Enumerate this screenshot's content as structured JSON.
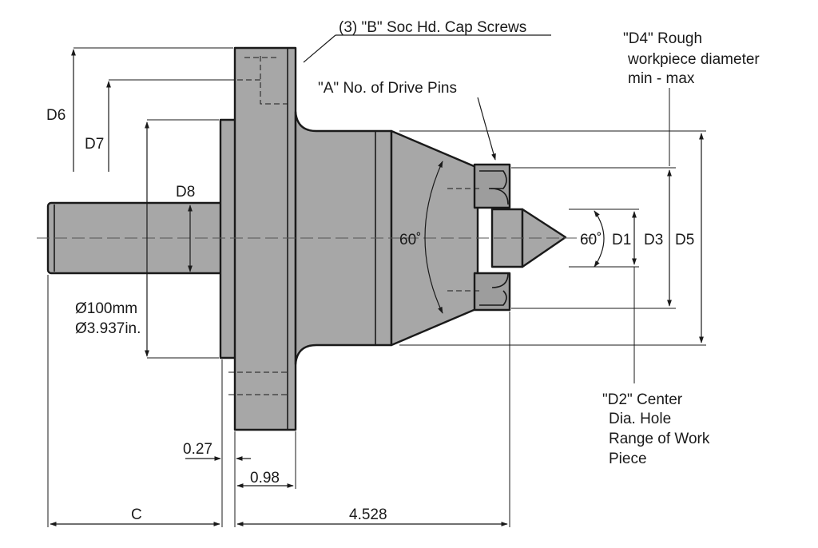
{
  "labels": {
    "d6": "D6",
    "d7": "D7",
    "d8": "D8",
    "diameter_mm": "Ø100mm",
    "diameter_in": "Ø3.937in.",
    "b_screws": "(3) \"B\" Soc Hd. Cap Screws",
    "a_drive_pins": "\"A\" No. of Drive Pins",
    "d4_line1": "\"D4\" Rough",
    "d4_line2": "workpiece diameter",
    "d4_line3": "min - max",
    "angle_left": "60˚",
    "angle_right": "60˚",
    "d1": "D1",
    "d3": "D3",
    "d5": "D5",
    "d2_line1": "\"D2\" Center",
    "d2_line2": "Dia. Hole",
    "d2_line3": "Range of Work",
    "d2_line4": "Piece",
    "dim_027": "0.27",
    "dim_098": "0.98",
    "dim_c": "C",
    "dim_4528": "4.528"
  },
  "colors": {
    "part_fill": "#a7a7a7",
    "line": "#1a1a1a",
    "background": "#ffffff"
  }
}
